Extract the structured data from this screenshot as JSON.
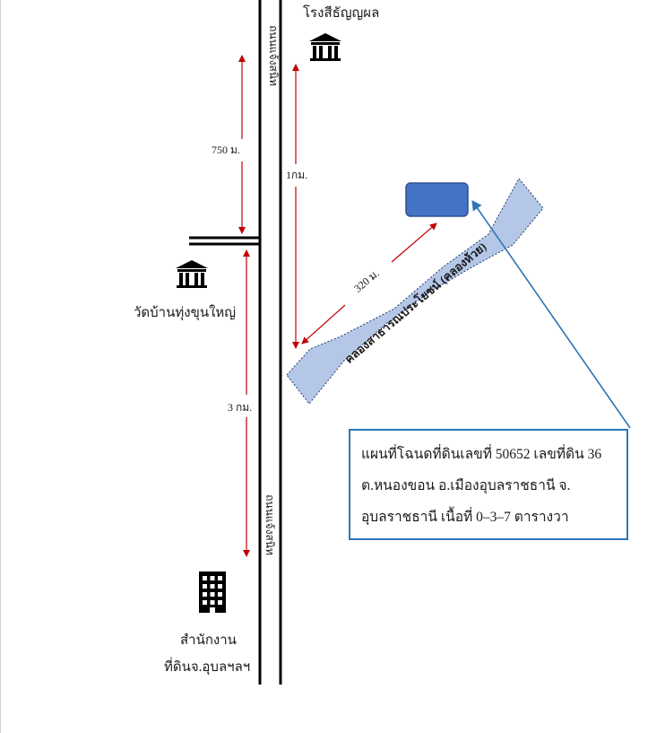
{
  "places": {
    "rice_mill": "โรงสีธัญญผล",
    "temple": "วัดบ้านทุ่งขุนใหญ่",
    "office_line1": "สำนักงาน",
    "office_line2": "ที่ดินจ.อุบลฯลฯ"
  },
  "roads": {
    "road_top": "ถนนแจ้งสนิท",
    "road_bottom": "ถนนแจ้งสนิท"
  },
  "canal": {
    "label": "คลองสาธารณประโยชน์ (คลองห้วย)"
  },
  "distances": {
    "d750": "750 ม.",
    "d1km": "1กม.",
    "d3km": "3 กม.",
    "d320": "320 ม."
  },
  "info_box": {
    "line1": "แผนที่โฉนดที่ดินเลขที่ 50652 เลขที่ดิน 36",
    "line2": "ต.หนองขอน อ.เมืองอุบลราชธานี จ.",
    "line3": "อุบลราชธานี เนื้อที่ 0–3–7 ตารางวา"
  },
  "colors": {
    "arrow": "#c00000",
    "canal_fill": "#b4c7e7",
    "canal_border": "#1f3864",
    "parcel_fill": "#4472c4",
    "parcel_border": "#2f528f",
    "callout": "#2e75b6"
  },
  "icons": {
    "rice_mill": "institution-icon",
    "temple": "institution-icon",
    "office": "office-building-icon"
  }
}
